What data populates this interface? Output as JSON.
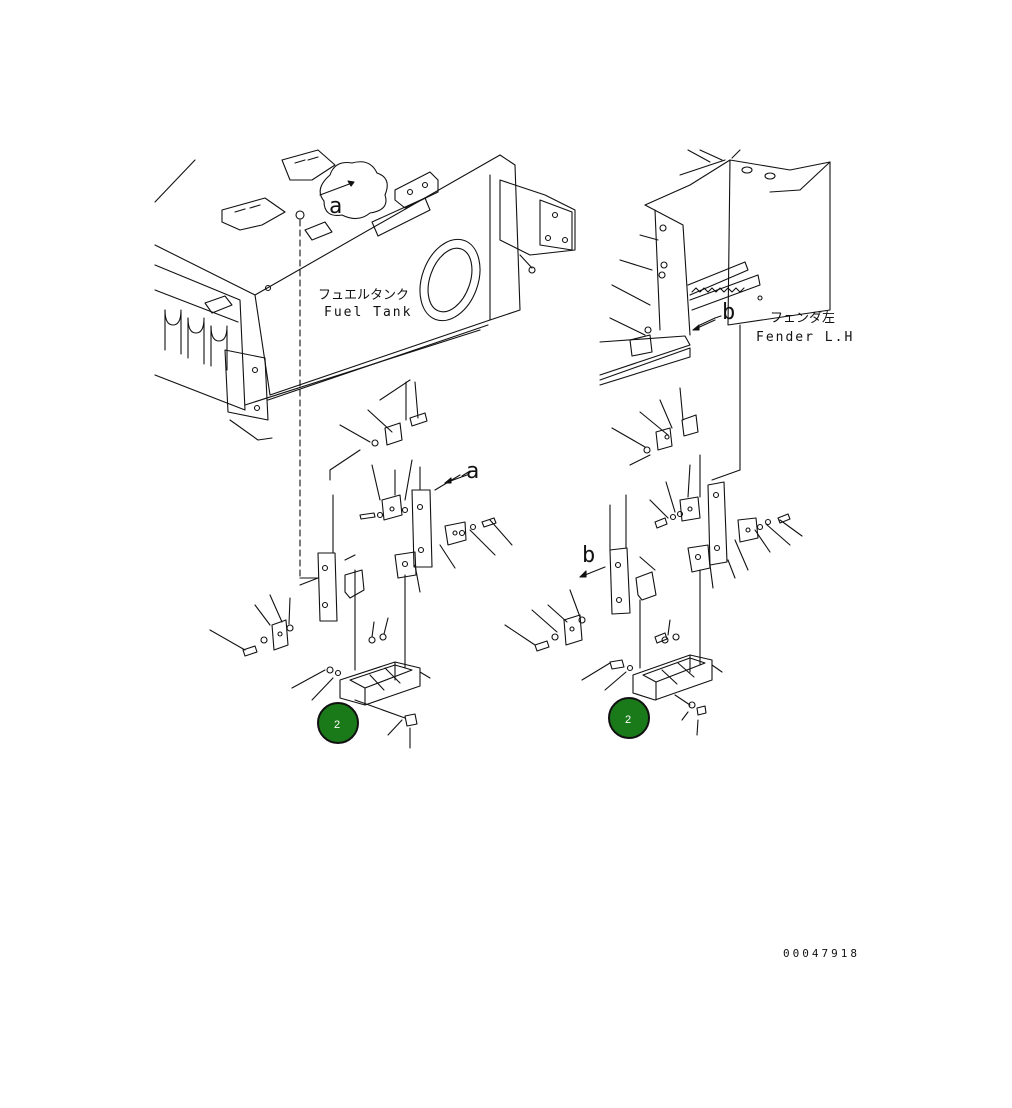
{
  "labels": {
    "fuel_tank_jp": "フュエルタンク",
    "fuel_tank_en": "Fuel Tank",
    "fender_jp": "フェンダ左",
    "fender_en": "Fender L.H",
    "ref_a_top": "a",
    "ref_a_arrow": "a",
    "ref_b_top": "b",
    "ref_b_arrow": "b"
  },
  "callouts": [
    {
      "number": "2",
      "color": "#1a7a1a"
    },
    {
      "number": "2",
      "color": "#1a7a1a"
    }
  ],
  "figure_id": "00047918",
  "colors": {
    "line": "#111111",
    "callout_fill": "#1a7a1a",
    "callout_ring": "#111111"
  }
}
